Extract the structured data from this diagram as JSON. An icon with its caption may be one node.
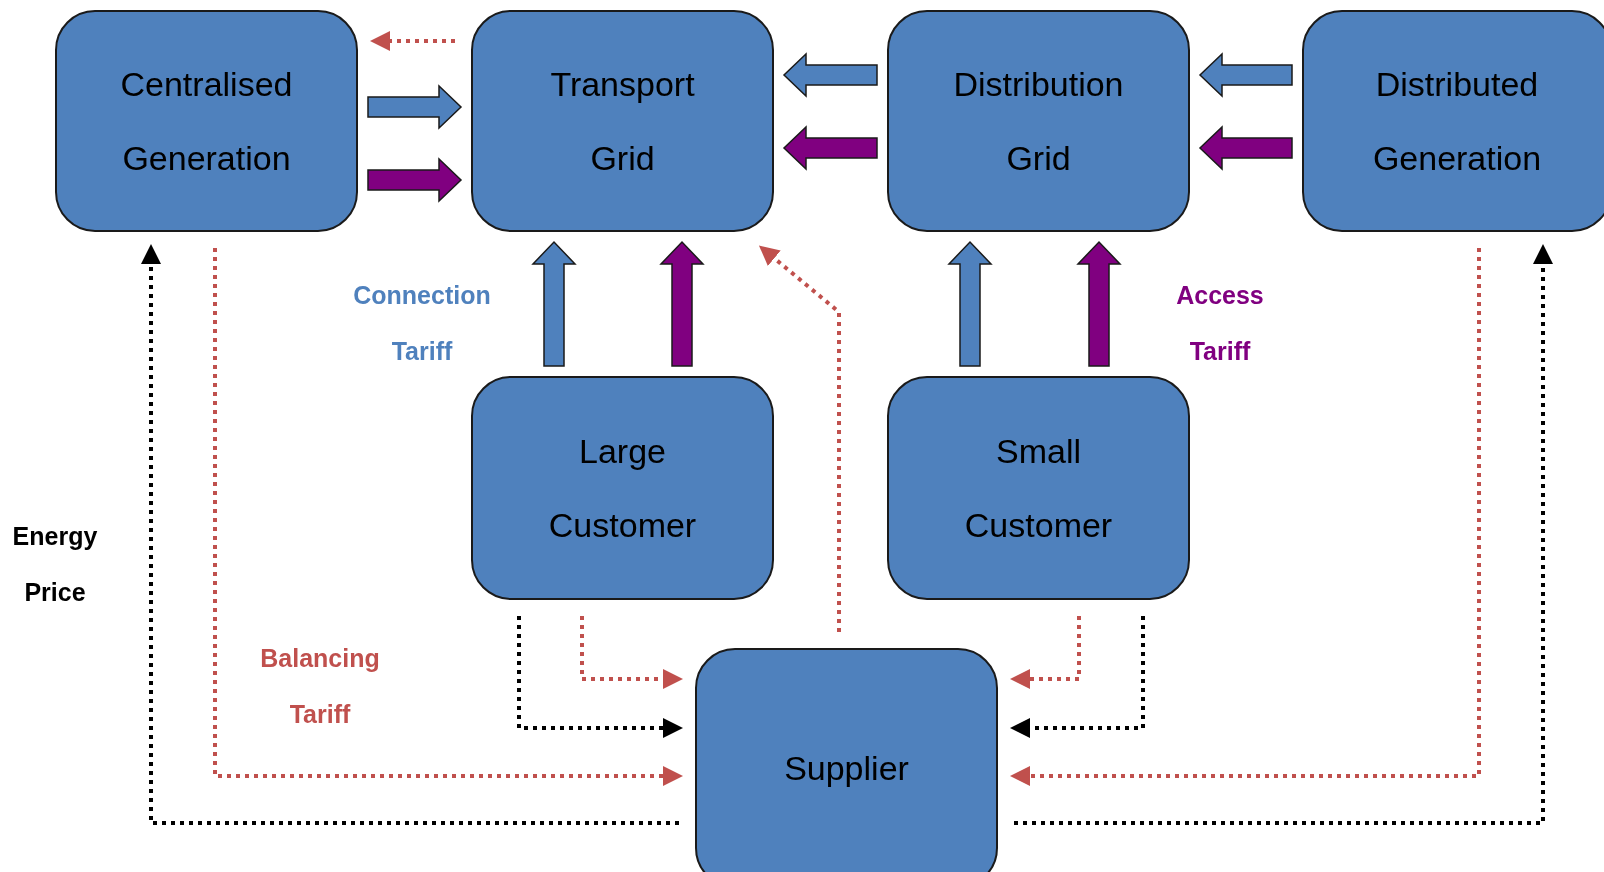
{
  "diagram": {
    "nodes": [
      {
        "text": [
          "Centralised Generation"
        ]
      },
      {
        "text": [
          "Transport Grid"
        ]
      },
      {
        "text": [
          "Distribution Grid"
        ]
      },
      {
        "text": [
          "Distributed Generation"
        ]
      },
      {
        "text": [
          "Large Customer"
        ]
      },
      {
        "text": [
          "Small Customer"
        ]
      },
      {
        "text": [
          "Supplier"
        ]
      }
    ],
    "edges": [
      {
        "from": 0,
        "to": 1,
        "arrow": "to",
        "style": "thick",
        "color": "#4f81bd"
      },
      {
        "from": 0,
        "to": 1,
        "arrow": "to",
        "style": "thick",
        "color": "#800080"
      },
      {
        "from": 2,
        "to": 1,
        "arrow": "to",
        "style": "thick",
        "color": "#4f81bd"
      },
      {
        "from": 2,
        "to": 1,
        "arrow": "to",
        "style": "thick",
        "color": "#800080"
      },
      {
        "from": 3,
        "to": 2,
        "arrow": "to",
        "style": "thick",
        "color": "#4f81bd"
      },
      {
        "from": 3,
        "to": 2,
        "arrow": "to",
        "style": "thick",
        "color": "#800080"
      },
      {
        "from": 4,
        "to": 1,
        "arrow": "to",
        "style": "thick",
        "color": "#4f81bd"
      },
      {
        "from": 4,
        "to": 1,
        "arrow": "to",
        "style": "thick",
        "color": "#800080"
      },
      {
        "from": 5,
        "to": 2,
        "arrow": "to",
        "style": "thick",
        "color": "#4f81bd"
      },
      {
        "from": 5,
        "to": 2,
        "arrow": "to",
        "style": "thick",
        "color": "#800080"
      },
      {
        "from": 1,
        "to": 0,
        "arrow": "to",
        "style": "dashed",
        "color": "#c0504d"
      },
      {
        "from": 6,
        "to": 1,
        "arrow": "to",
        "style": "dashed",
        "color": "#c0504d"
      },
      {
        "from": 4,
        "to": 6,
        "arrow": "to",
        "style": "dashed",
        "color": "#c0504d"
      },
      {
        "from": 4,
        "to": 6,
        "arrow": "to",
        "style": "dashed",
        "color": "#000000"
      },
      {
        "from": 5,
        "to": 6,
        "arrow": "to",
        "style": "dashed",
        "color": "#c0504d"
      },
      {
        "from": 5,
        "to": 6,
        "arrow": "to",
        "style": "dashed",
        "color": "#000000"
      },
      {
        "from": 0,
        "to": 6,
        "arrow": "to",
        "style": "dashed",
        "color": "#c0504d"
      },
      {
        "from": 3,
        "to": 6,
        "arrow": "to",
        "style": "dashed",
        "color": "#c0504d"
      },
      {
        "from": 6,
        "to": 0,
        "arrow": "to",
        "style": "dashed",
        "color": "#000000"
      },
      {
        "from": 6,
        "to": 3,
        "arrow": "to",
        "style": "dashed",
        "color": "#000000"
      }
    ],
    "labels": [
      "Connection Tariff",
      "Access Tariff",
      "Energy Price",
      "Balancing Tariff"
    ]
  }
}
